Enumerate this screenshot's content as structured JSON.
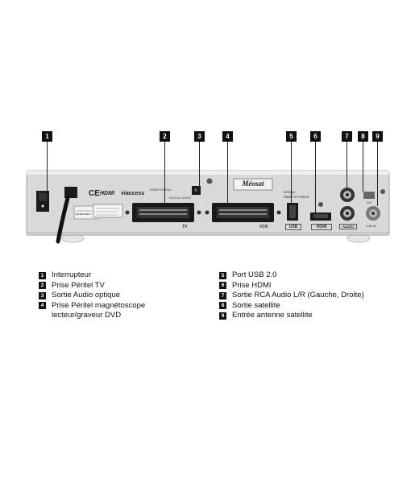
{
  "device": {
    "brand_logo": "HDMI",
    "viaccess_logo": "viaccess",
    "dolby_logo": "DOLBY DIGITAL",
    "optical_label": "DIGITAL AUDIO",
    "meosat_logo": "Méosat",
    "design_text": "Design",
    "made_in_text": "Made in France",
    "port_labels": {
      "tv": "TV",
      "vcr": "VCR",
      "usb": "USB",
      "hdmi": "HDMI",
      "audio": "AUDIO",
      "lnb": "LNB IN",
      "sat": "SAT"
    },
    "power_label": "12V DC 1.5A"
  },
  "callouts": [
    "1",
    "2",
    "3",
    "4",
    "5",
    "6",
    "7",
    "8",
    "9"
  ],
  "legend": {
    "left": [
      {
        "num": "1",
        "text": "Interrupteur"
      },
      {
        "num": "2",
        "text": "Prise Péritel TV"
      },
      {
        "num": "3",
        "text": "Sortie Audio optique"
      },
      {
        "num": "4",
        "text": "Prise Péritel magnétoscope lecteur/graveur DVD"
      }
    ],
    "right": [
      {
        "num": "5",
        "text": "Port USB 2.0"
      },
      {
        "num": "6",
        "text": "Prise HDMI"
      },
      {
        "num": "7",
        "text": "Sortie RCA Audio L/R (Gauche, Droite)"
      },
      {
        "num": "8",
        "text": "Sortie satellite"
      },
      {
        "num": "9",
        "text": "Entrée antenne satellite"
      }
    ]
  },
  "colors": {
    "panel": "#dcdcdc",
    "panel_edge": "#a8a8a8",
    "callout_box": "#111111",
    "port_dark": "#1a1a1a"
  }
}
